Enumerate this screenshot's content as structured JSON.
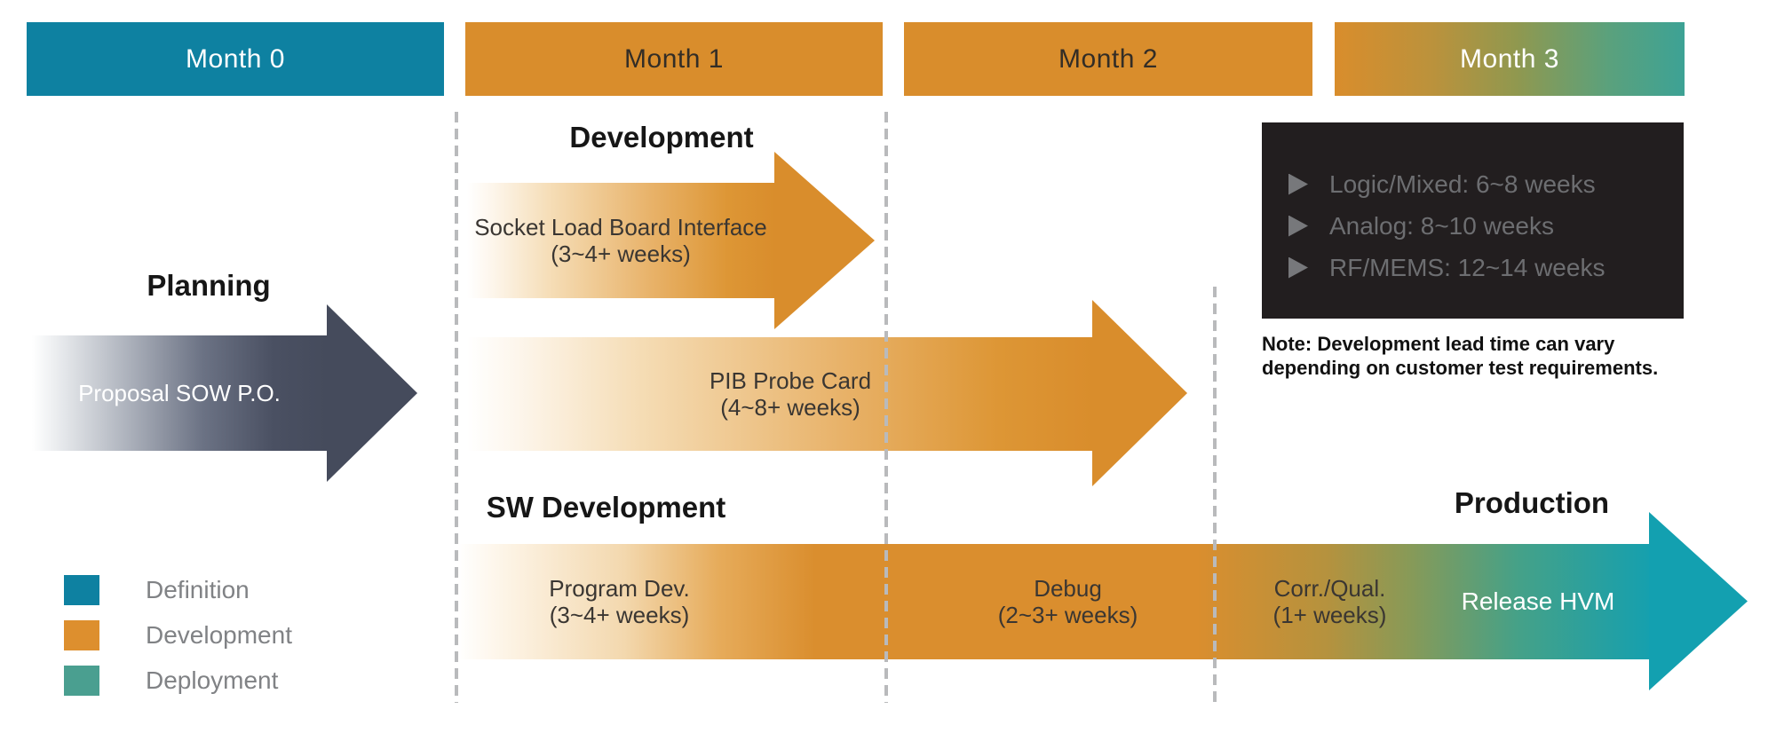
{
  "months": [
    {
      "label": "Month 0",
      "color": "#0e81a1",
      "text_color": "#ffffff"
    },
    {
      "label": "Month 1",
      "color": "#d98d2c",
      "text_color": "#332d26"
    },
    {
      "label": "Month 2",
      "color": "#d98d2c",
      "text_color": "#332d26"
    },
    {
      "label": "Month 3",
      "color_start": "#d98d2c",
      "color_end": "#3da295",
      "text_color": "#ffffff"
    }
  ],
  "planning": {
    "title": "Planning",
    "arrow_label": "Proposal SOW P.O.",
    "arrow_color": "#454b5c"
  },
  "development": {
    "title": "Development",
    "arrow_color": "#d98d2c",
    "socket": {
      "label": "Socket Load Board Interface",
      "duration": "(3~4+ weeks)"
    },
    "pib": {
      "label": "PIB Probe Card",
      "duration": "(4~8+ weeks)"
    }
  },
  "sw_development": {
    "title": "SW Development",
    "phases": [
      {
        "label": "Program Dev.",
        "duration": "(3~4+ weeks)"
      },
      {
        "label": "Debug",
        "duration": "(2~3+ weeks)"
      },
      {
        "label": "Corr./Qual.",
        "duration": "(1+ weeks)"
      },
      {
        "label": "Release HVM",
        "duration": ""
      }
    ],
    "end_color": "#13a0b0"
  },
  "production": {
    "title": "Production"
  },
  "lead_times": {
    "panel_color": "#221e1f",
    "items": [
      {
        "label": "Logic/Mixed: 6~8 weeks"
      },
      {
        "label": "Analog: 8~10 weeks"
      },
      {
        "label": "RF/MEMS: 12~14 weeks"
      }
    ]
  },
  "note": {
    "line1": "Note: Development lead time can vary",
    "line2": "depending on customer test requirements."
  },
  "legend": {
    "items": [
      {
        "label": "Definition",
        "color": "#0e81a1"
      },
      {
        "label": "Development",
        "color": "#dd8f2e"
      },
      {
        "label": "Deployment",
        "color": "#4a9f90"
      }
    ]
  }
}
